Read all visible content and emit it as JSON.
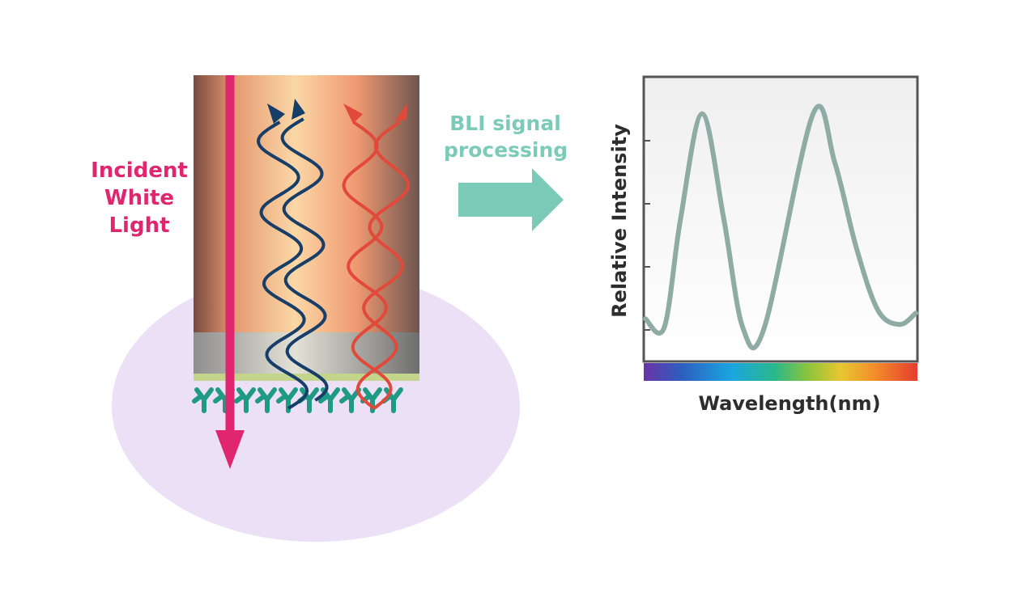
{
  "incident_label": {
    "line1": "Incident",
    "line2": "White",
    "line3": "Light"
  },
  "process_label": {
    "line1": "BLI signal",
    "line2": "processing"
  },
  "colors": {
    "incident": "#e0266e",
    "process_arrow": "#7ccbb8",
    "reflection_blue": "#163e68",
    "reflection_red": "#e1493a",
    "curve": "#8eaba6",
    "antibody": "#1f9a84",
    "solution": "#ece0f6"
  },
  "chart_data": {
    "type": "line",
    "title": "",
    "xlabel": "Wavelength(nm)",
    "ylabel": "Relative Intensity",
    "xlim": [
      0,
      1
    ],
    "ylim": [
      0,
      1
    ],
    "grid": false,
    "series": [
      {
        "x": [
          0.0,
          0.07,
          0.13,
          0.21,
          0.29,
          0.36,
          0.44,
          0.62,
          0.7,
          0.78,
          0.86,
          0.94,
          1.0
        ],
        "values": [
          0.15,
          0.12,
          0.5,
          0.87,
          0.5,
          0.12,
          0.12,
          0.87,
          0.7,
          0.4,
          0.18,
          0.13,
          0.17
        ]
      }
    ]
  }
}
